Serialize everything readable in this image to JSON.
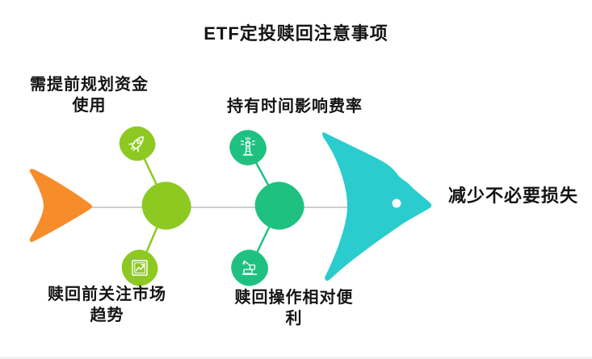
{
  "title": "ETF定投赎回注意事项",
  "colors": {
    "orange_tail": "#f78c2a",
    "lime_green": "#8dc921",
    "emerald_green": "#1fc181",
    "teal_head": "#2bcccd",
    "spine_gray": "#cfcfcf",
    "text": "#141414"
  },
  "fishbone": {
    "causes": [
      {
        "label": "需提前规划资金\n使用",
        "icon": "rocket-icon",
        "position": "top-left"
      },
      {
        "label": "持有时间影响费率",
        "icon": "lighthouse-icon",
        "position": "top-middle"
      },
      {
        "label": "赎回前关注市场\n趋势",
        "icon": "line-chart-icon",
        "position": "bottom-left"
      },
      {
        "label": "赎回操作相对便\n利",
        "icon": "crane-icon",
        "position": "bottom-middle"
      }
    ],
    "result": "减少不必要损失"
  }
}
